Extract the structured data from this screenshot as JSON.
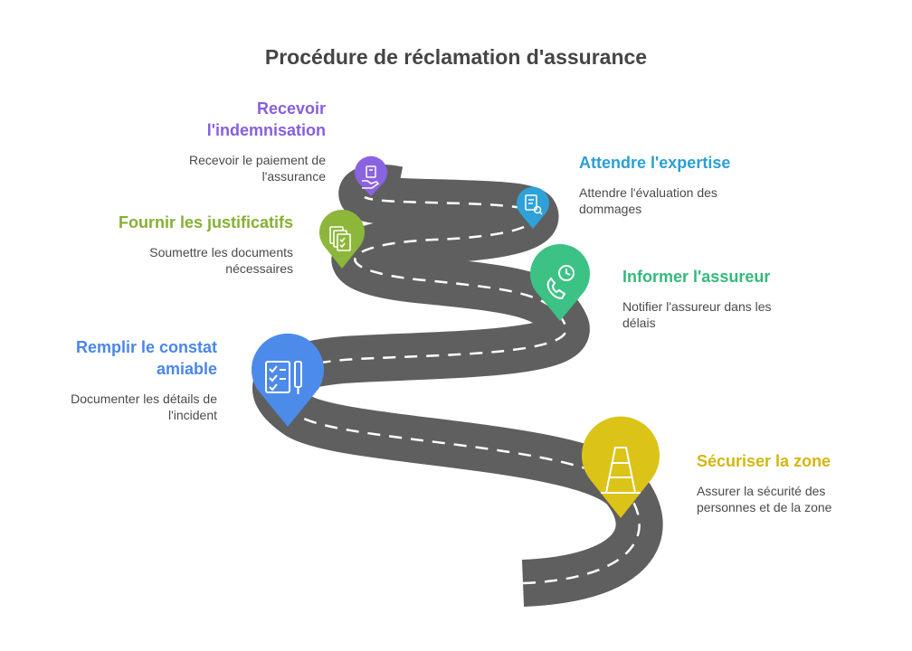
{
  "title": "Procédure de réclamation d'assurance",
  "colors": {
    "road": "#5f5f5f",
    "dash": "#ffffff",
    "yellow": "#dcc318",
    "blue": "#4d8bea",
    "teal": "#3cc285",
    "green": "#8cb73a",
    "cyan": "#2ea2d8",
    "purple": "#8a63e0"
  },
  "steps": [
    {
      "heading": "Sécuriser la zone",
      "description": "Assurer la sécurité des personnes et de la zone",
      "color": "#dcc318",
      "icon": "traffic-cone-icon"
    },
    {
      "heading": "Remplir le constat amiable",
      "description": "Documenter les détails de l'incident",
      "color": "#4d8bea",
      "icon": "checklist-pen-icon"
    },
    {
      "heading": "Informer l'assureur",
      "description": "Notifier l'assureur dans les délais",
      "color": "#3cc285",
      "icon": "phone-clock-icon"
    },
    {
      "heading": "Fournir les justificatifs",
      "description": "Soumettre les documents nécessaires",
      "color": "#8cb73a",
      "icon": "documents-icon"
    },
    {
      "heading": "Attendre l'expertise",
      "description": "Attendre l'évaluation des dommages",
      "color": "#2ea2d8",
      "icon": "document-search-icon"
    },
    {
      "heading": "Recevoir l'indemnisation",
      "description": "Recevoir le paiement de l'assurance",
      "color": "#8a63e0",
      "icon": "payment-hand-icon"
    }
  ]
}
